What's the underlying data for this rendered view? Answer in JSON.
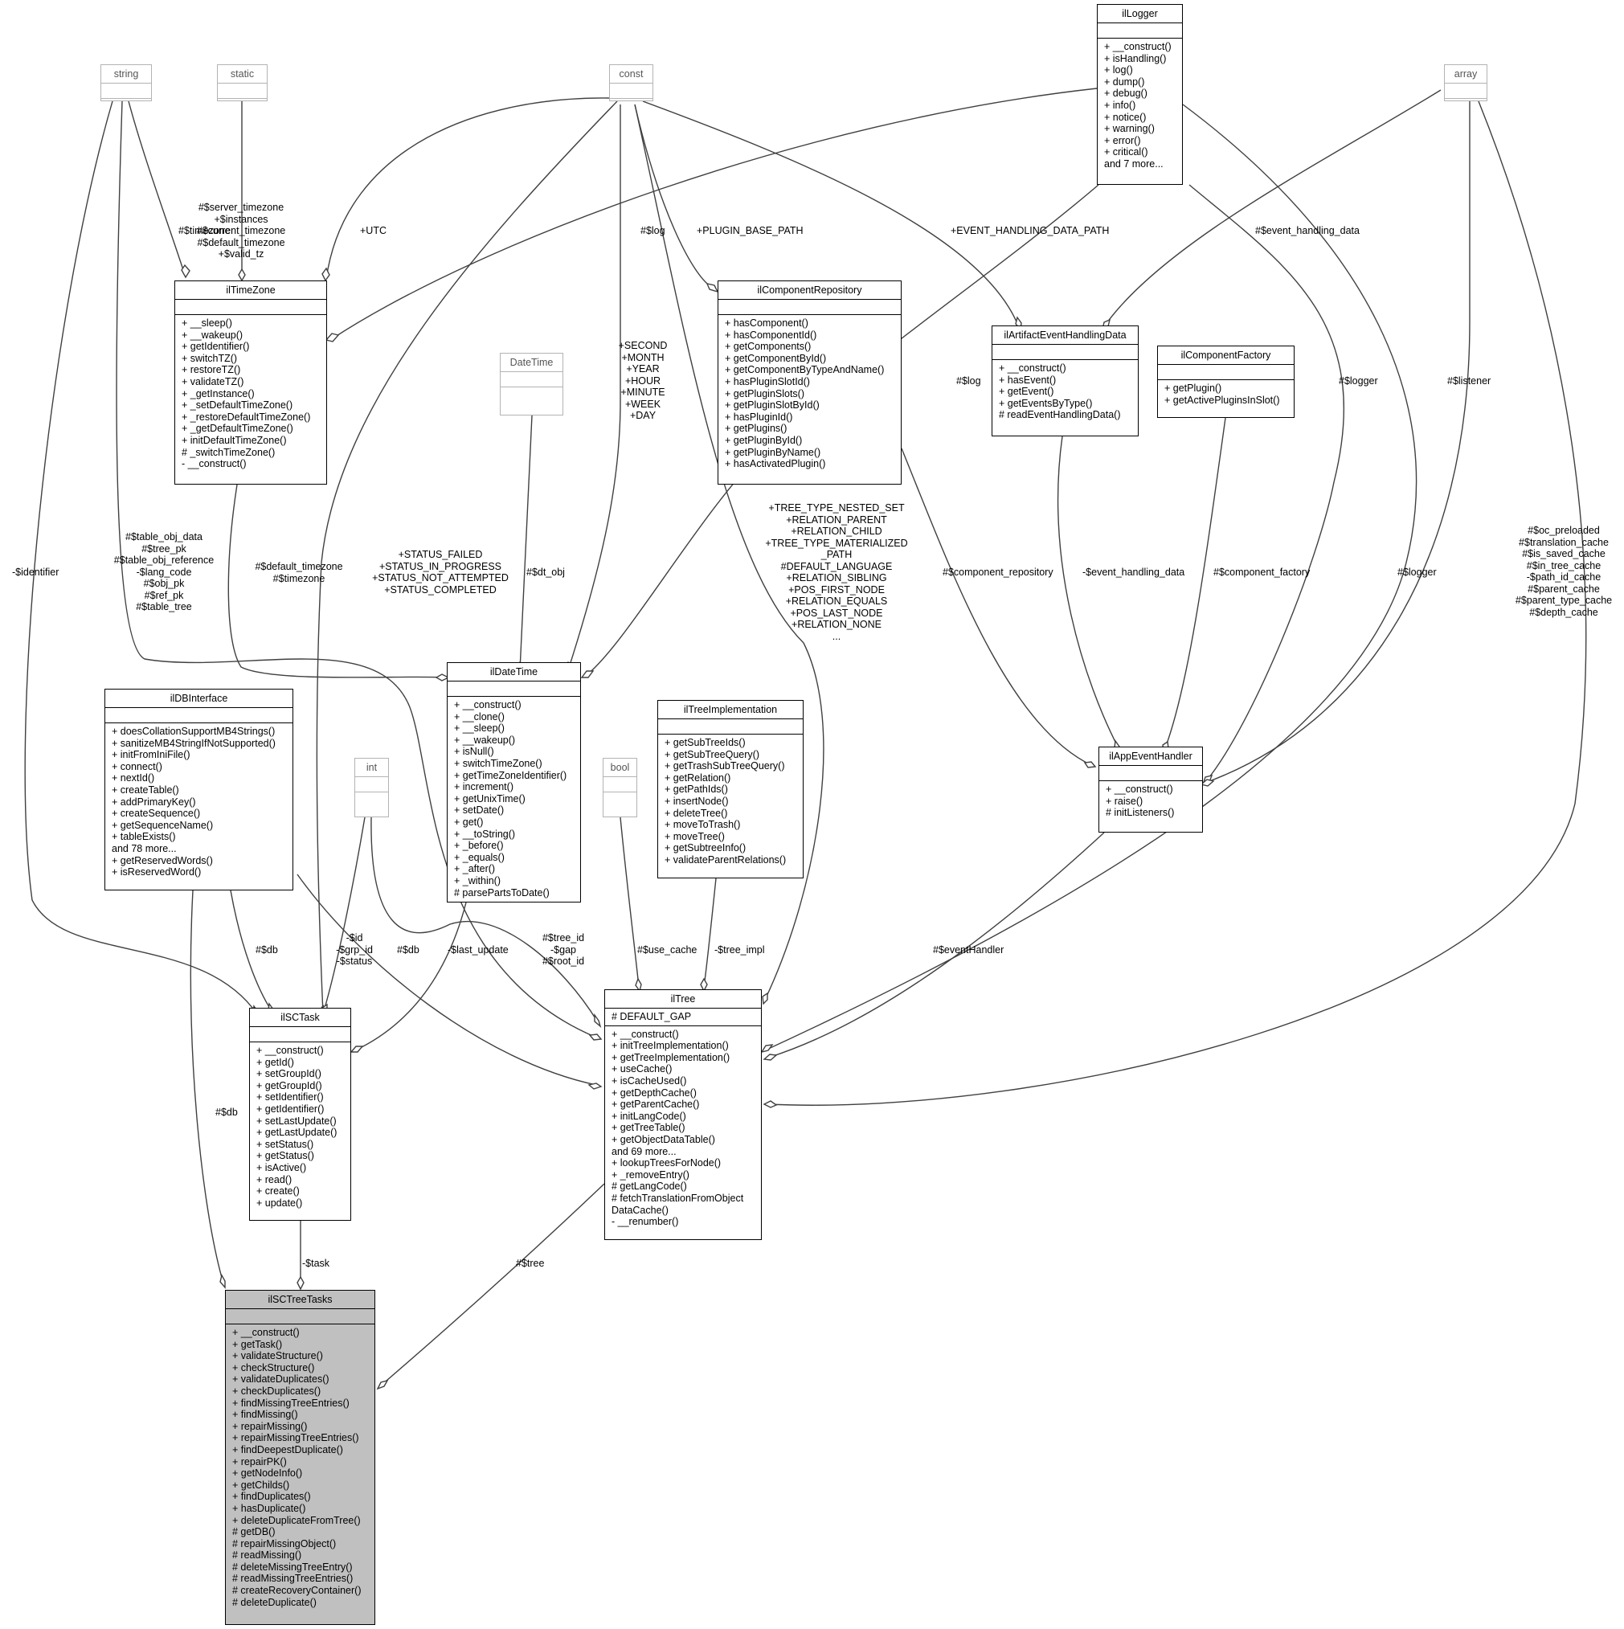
{
  "classes": [
    {
      "key": "ilLogger",
      "name": "ilLogger",
      "attrs": [],
      "methods": [
        "+ __construct()",
        "+ isHandling()",
        "+ log()",
        "+ dump()",
        "+ debug()",
        "+ info()",
        "+ notice()",
        "+ warning()",
        "+ error()",
        "+ critical()",
        "and 7 more..."
      ]
    },
    {
      "key": "string",
      "name": "string",
      "attrs": [],
      "methods": []
    },
    {
      "key": "static",
      "name": "static",
      "attrs": [],
      "methods": []
    },
    {
      "key": "const",
      "name": "const",
      "attrs": [],
      "methods": []
    },
    {
      "key": "array",
      "name": "array",
      "attrs": [],
      "methods": []
    },
    {
      "key": "ilTimeZone",
      "name": "ilTimeZone",
      "attrs": [],
      "methods": [
        "+ __sleep()",
        "+ __wakeup()",
        "+ getIdentifier()",
        "+ switchTZ()",
        "+ restoreTZ()",
        "+ validateTZ()",
        "+ _getInstance()",
        "+ _setDefaultTimeZone()",
        "+ _restoreDefaultTimeZone()",
        "+ _getDefaultTimeZone()",
        "+ initDefaultTimeZone()",
        "# _switchTimeZone()",
        "- __construct()"
      ]
    },
    {
      "key": "ilComponentRepository",
      "name": "ilComponentRepository",
      "attrs": [],
      "methods": [
        "+ hasComponent()",
        "+ hasComponentId()",
        "+ getComponents()",
        "+ getComponentById()",
        "+ getComponentByTypeAndName()",
        "+ hasPluginSlotId()",
        "+ getPluginSlots()",
        "+ getPluginSlotById()",
        "+ hasPluginId()",
        "+ getPlugins()",
        "+ getPluginById()",
        "+ getPluginByName()",
        "+ hasActivatedPlugin()"
      ]
    },
    {
      "key": "ilArtifactEventHandlingData",
      "name": "ilArtifactEventHandlingData",
      "attrs": [],
      "methods": [
        "+ __construct()",
        "+ hasEvent()",
        "+ getEvent()",
        "+ getEventsByType()",
        "# readEventHandlingData()"
      ]
    },
    {
      "key": "ilComponentFactory",
      "name": "ilComponentFactory",
      "attrs": [],
      "methods": [
        "+ getPlugin()",
        "+ getActivePluginsInSlot()"
      ]
    },
    {
      "key": "DateTime",
      "name": "DateTime",
      "attrs": [],
      "methods": []
    },
    {
      "key": "ilDBInterface",
      "name": "ilDBInterface",
      "attrs": [],
      "methods": [
        "+ doesCollationSupportMB4Strings()",
        "+ sanitizeMB4StringIfNotSupported()",
        "+ initFromIniFile()",
        "+ connect()",
        "+ nextId()",
        "+ createTable()",
        "+ addPrimaryKey()",
        "+ createSequence()",
        "+ getSequenceName()",
        "+ tableExists()",
        "and 78 more...",
        "+ getReservedWords()",
        "+ isReservedWord()"
      ]
    },
    {
      "key": "int",
      "name": "int",
      "attrs": [],
      "methods": []
    },
    {
      "key": "ilDateTime",
      "name": "ilDateTime",
      "attrs": [],
      "methods": [
        "+ __construct()",
        "+ __clone()",
        "+ __sleep()",
        "+ __wakeup()",
        "+ isNull()",
        "+ switchTimeZone()",
        "+ getTimeZoneIdentifier()",
        "+ increment()",
        "+ getUnixTime()",
        "+ setDate()",
        "+ get()",
        "+ __toString()",
        "+ _before()",
        "+ _equals()",
        "+ _after()",
        "+ _within()",
        "# parsePartsToDate()"
      ]
    },
    {
      "key": "bool",
      "name": "bool",
      "attrs": [],
      "methods": []
    },
    {
      "key": "ilTreeImplementation",
      "name": "ilTreeImplementation",
      "attrs": [],
      "methods": [
        "+ getSubTreeIds()",
        "+ getSubTreeQuery()",
        "+ getTrashSubTreeQuery()",
        "+ getRelation()",
        "+ getPathIds()",
        "+ insertNode()",
        "+ deleteTree()",
        "+ moveToTrash()",
        "+ moveTree()",
        "+ getSubtreeInfo()",
        "+ validateParentRelations()"
      ]
    },
    {
      "key": "ilAppEventHandler",
      "name": "ilAppEventHandler",
      "attrs": [],
      "methods": [
        "+ __construct()",
        "+ raise()",
        "# initListeners()"
      ]
    },
    {
      "key": "ilSCTask",
      "name": "ilSCTask",
      "attrs": [],
      "methods": [
        "+ __construct()",
        "+ getId()",
        "+ setGroupId()",
        "+ getGroupId()",
        "+ setIdentifier()",
        "+ getIdentifier()",
        "+ setLastUpdate()",
        "+ getLastUpdate()",
        "+ setStatus()",
        "+ getStatus()",
        "+ isActive()",
        "+ read()",
        "+ create()",
        "+ update()"
      ]
    },
    {
      "key": "ilTree",
      "name": "ilTree",
      "attrs": [
        "# DEFAULT_GAP"
      ],
      "methods": [
        "+ __construct()",
        "+ initTreeImplementation()",
        "+ getTreeImplementation()",
        "+ useCache()",
        "+ isCacheUsed()",
        "+ getDepthCache()",
        "+ getParentCache()",
        "+ initLangCode()",
        "+ getTreeTable()",
        "+ getObjectDataTable()",
        "and 69 more...",
        "+ lookupTreesForNode()",
        "+ _removeEntry()",
        "# getLangCode()",
        "# fetchTranslationFromObject",
        "DataCache()",
        "- __renumber()"
      ]
    },
    {
      "key": "ilSCTreeTasks",
      "name": "ilSCTreeTasks",
      "attrs": [],
      "methods": [
        "+ __construct()",
        "+ getTask()",
        "+ validateStructure()",
        "+ checkStructure()",
        "+ validateDuplicates()",
        "+ checkDuplicates()",
        "+ findMissingTreeEntries()",
        "+ findMissing()",
        "+ repairMissing()",
        "+ repairMissingTreeEntries()",
        "+ findDeepestDuplicate()",
        "+ repairPK()",
        "+ getNodeInfo()",
        "+ getChilds()",
        "+ findDuplicates()",
        "+ hasDuplicate()",
        "+ deleteDuplicateFromTree()",
        "# getDB()",
        "# repairMissingObject()",
        "# readMissing()",
        "# deleteMissingTreeEntry()",
        "# readMissingTreeEntries()",
        "# createRecoveryContainer()",
        "# deleteDuplicate()"
      ]
    }
  ],
  "edge_labels": [
    {
      "key": "l_timezone_string",
      "lines": [
        "#$timezone"
      ]
    },
    {
      "key": "l_static",
      "lines": [
        "#$server_timezone",
        "+$instances",
        "#$current_timezone",
        "#$default_timezone",
        "+$valid_tz"
      ]
    },
    {
      "key": "l_utc",
      "lines": [
        "+UTC"
      ]
    },
    {
      "key": "l_log_tz",
      "lines": [
        "#$log"
      ]
    },
    {
      "key": "l_plugin_base",
      "lines": [
        "+PLUGIN_BASE_PATH"
      ]
    },
    {
      "key": "l_event_path",
      "lines": [
        "+EVENT_HANDLING_DATA_PATH"
      ]
    },
    {
      "key": "l_event_data",
      "lines": [
        "#$event_handling_data"
      ]
    },
    {
      "key": "l_log_dt",
      "lines": [
        "#$log"
      ]
    },
    {
      "key": "l_logger_aeh",
      "lines": [
        "#$logger"
      ]
    },
    {
      "key": "l_listener",
      "lines": [
        "#$listener"
      ]
    },
    {
      "key": "l_time_consts",
      "lines": [
        "+SECOND",
        "+MONTH",
        "+YEAR",
        "+HOUR",
        "+MINUTE",
        "+WEEK",
        "+DAY"
      ]
    },
    {
      "key": "l_identifier",
      "lines": [
        "-$identifier"
      ]
    },
    {
      "key": "l_string_tree",
      "lines": [
        "#$table_obj_data",
        "#$tree_pk",
        "#$table_obj_reference",
        "-$lang_code",
        "#$obj_pk",
        "#$ref_pk",
        "#$table_tree"
      ]
    },
    {
      "key": "l_default_tz",
      "lines": [
        "#$default_timezone",
        "#$timezone"
      ]
    },
    {
      "key": "l_status",
      "lines": [
        "+STATUS_FAILED",
        "+STATUS_IN_PROGRESS",
        "+STATUS_NOT_ATTEMPTED",
        "+STATUS_COMPLETED"
      ]
    },
    {
      "key": "l_dt_obj",
      "lines": [
        "#$dt_obj"
      ]
    },
    {
      "key": "l_tree_consts",
      "lines": [
        "+TREE_TYPE_NESTED_SET",
        "+RELATION_PARENT",
        "+RELATION_CHILD",
        "+TREE_TYPE_MATERIALIZED",
        "_PATH",
        "#DEFAULT_LANGUAGE",
        "+RELATION_SIBLING",
        "+POS_FIRST_NODE",
        "+RELATION_EQUALS",
        "+POS_LAST_NODE",
        "+RELATION_NONE",
        "..."
      ]
    },
    {
      "key": "l_comp_repo",
      "lines": [
        "#$component_repository"
      ]
    },
    {
      "key": "l_ev_handling",
      "lines": [
        "-$event_handling_data"
      ]
    },
    {
      "key": "l_comp_factory",
      "lines": [
        "#$component_factory"
      ]
    },
    {
      "key": "l_logger_tree",
      "lines": [
        "#$logger"
      ]
    },
    {
      "key": "l_caches",
      "lines": [
        "#$oc_preloaded",
        "#$translation_cache",
        "#$is_saved_cache",
        "#$in_tree_cache",
        "-$path_id_cache",
        "#$parent_cache",
        "#$parent_type_cache",
        "#$depth_cache"
      ]
    },
    {
      "key": "l_db_task",
      "lines": [
        "#$db"
      ]
    },
    {
      "key": "l_int_task",
      "lines": [
        "-$id",
        "-$grp_id",
        "-$status"
      ]
    },
    {
      "key": "l_db_tree",
      "lines": [
        "#$db"
      ]
    },
    {
      "key": "l_last_update",
      "lines": [
        "-$last_update"
      ]
    },
    {
      "key": "l_int_tree",
      "lines": [
        "#$tree_id",
        "-$gap",
        "#$root_id"
      ]
    },
    {
      "key": "l_use_cache",
      "lines": [
        "#$use_cache"
      ]
    },
    {
      "key": "l_tree_impl",
      "lines": [
        "-$tree_impl"
      ]
    },
    {
      "key": "l_event_handler",
      "lines": [
        "#$eventHandler"
      ]
    },
    {
      "key": "l_db_sc",
      "lines": [
        "#$db"
      ]
    },
    {
      "key": "l_task",
      "lines": [
        "-$task"
      ]
    },
    {
      "key": "l_tree",
      "lines": [
        "#$tree"
      ]
    }
  ]
}
